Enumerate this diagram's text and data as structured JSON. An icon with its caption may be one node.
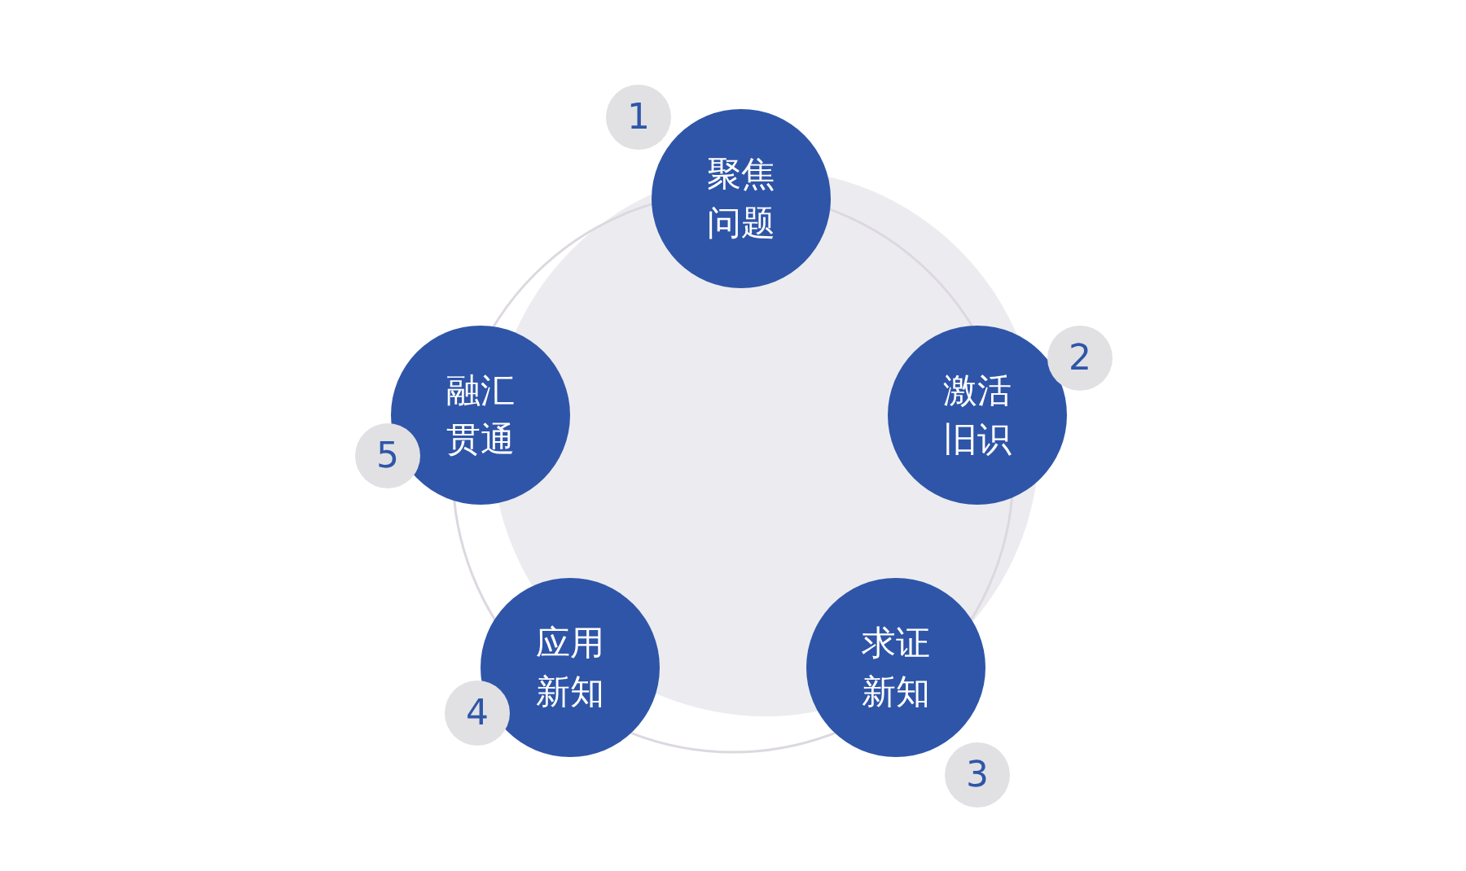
{
  "diagram": {
    "nodes": [
      {
        "text": [
          "聚焦问题"
        ],
        "beside": [
          "1"
        ]
      },
      {
        "text": [
          "激活旧识"
        ],
        "beside": [
          "2"
        ]
      },
      {
        "text": [
          "求证新知"
        ],
        "beside": [
          "3"
        ]
      },
      {
        "text": [
          "应用新知"
        ],
        "beside": [
          "4"
        ]
      },
      {
        "text": [
          "融汇贯通"
        ],
        "beside": [
          "5"
        ]
      }
    ]
  }
}
